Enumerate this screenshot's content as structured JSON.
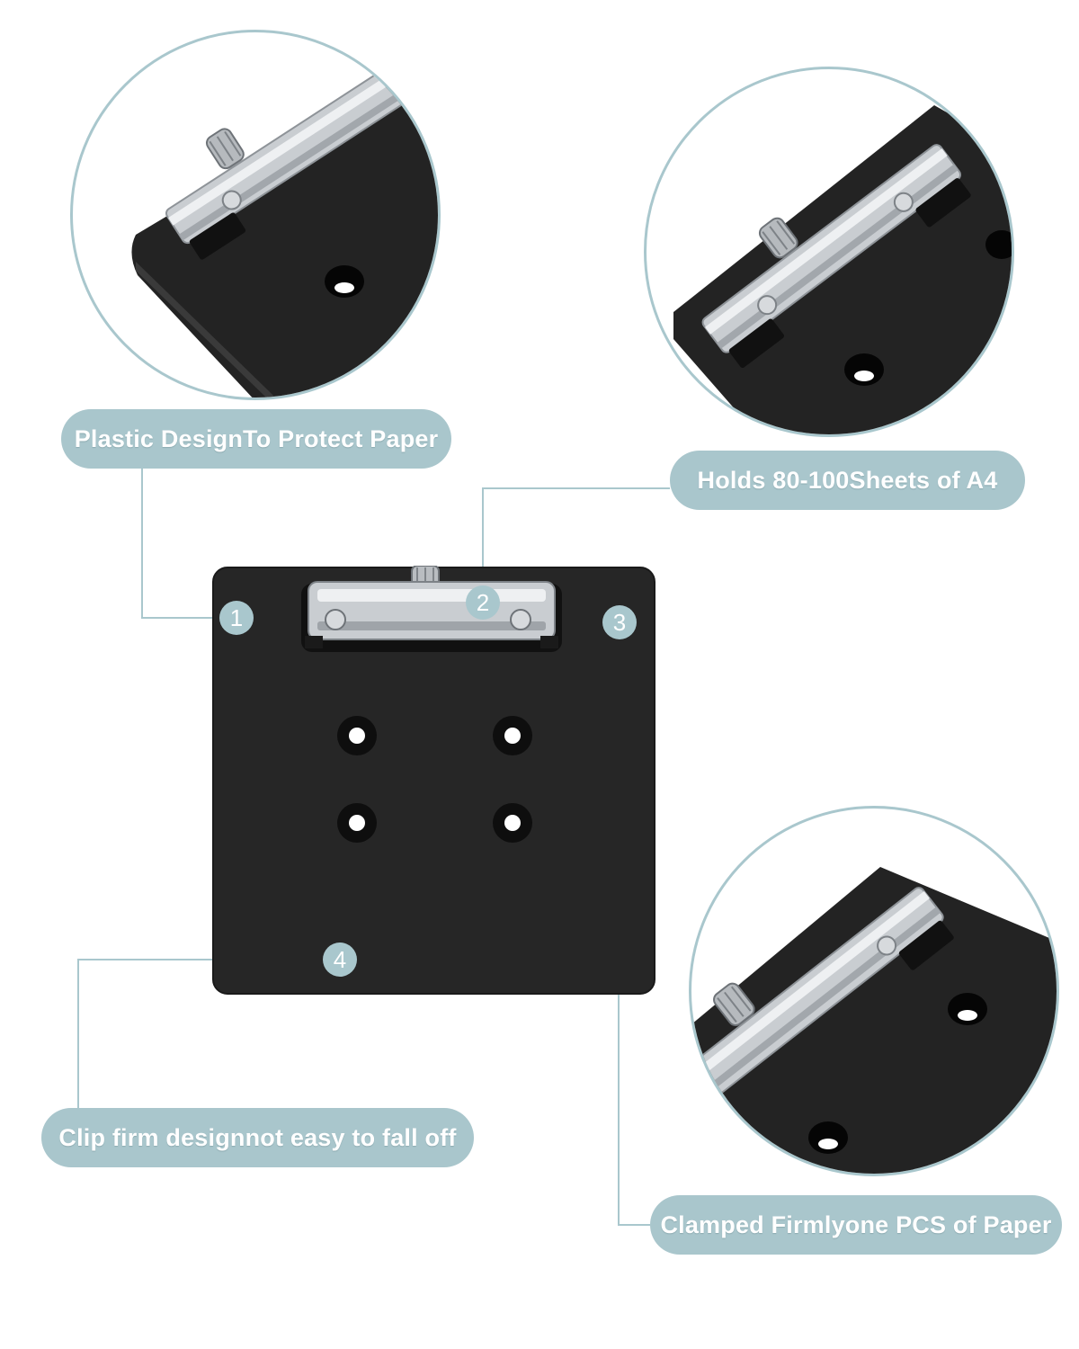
{
  "callouts": {
    "plastic_design": "Plastic DesignTo Protect Paper",
    "holds_sheets": "Holds 80-100Sheets of A4",
    "clip_firm": "Clip firm designnot easy to fall off",
    "clamped_firmly": "Clamped Firmlyone PCS of Paper"
  },
  "badges": {
    "b1": "1",
    "b2": "2",
    "b3": "3",
    "b4": "4"
  },
  "colors": {
    "accent": "#a9c6cc",
    "board": "#262626",
    "clip_metal": "#c9cdd1",
    "background": "#ffffff"
  }
}
